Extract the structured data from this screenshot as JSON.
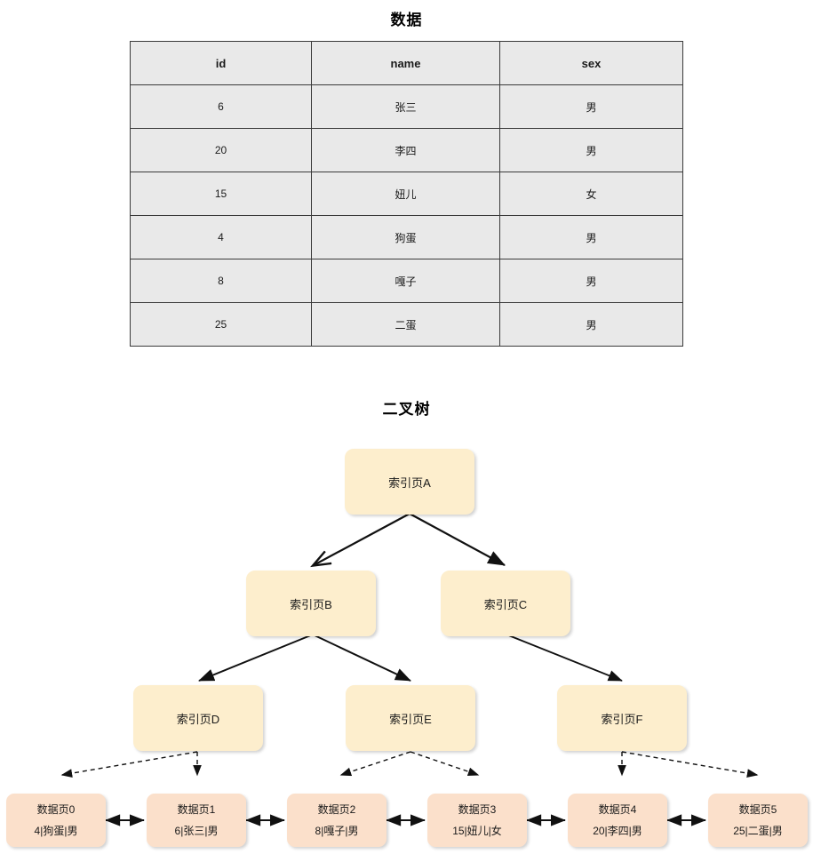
{
  "sections": {
    "data_title": "数据",
    "tree_title": "二叉树"
  },
  "table": {
    "columns": [
      "id",
      "name",
      "sex"
    ],
    "rows": [
      [
        "6",
        "张三",
        "男"
      ],
      [
        "20",
        "李四",
        "男"
      ],
      [
        "15",
        "妞儿",
        "女"
      ],
      [
        "4",
        "狗蛋",
        "男"
      ],
      [
        "8",
        "嘎子",
        "男"
      ],
      [
        "25",
        "二蛋",
        "男"
      ]
    ]
  },
  "colors": {
    "index_node_fill": "#fdeecd",
    "data_node_fill": "#fbe0cb",
    "table_cell_fill": "#e9e9e9",
    "table_border": "#3a3a3a",
    "edge_stroke": "#111111"
  },
  "tree": {
    "index_nodes": [
      {
        "id": "A",
        "label": "索引页A"
      },
      {
        "id": "B",
        "label": "索引页B"
      },
      {
        "id": "C",
        "label": "索引页C"
      },
      {
        "id": "D",
        "label": "索引页D"
      },
      {
        "id": "E",
        "label": "索引页E"
      },
      {
        "id": "F",
        "label": "索引页F"
      }
    ],
    "data_nodes": [
      {
        "id": "0",
        "title": "数据页0",
        "record": "4|狗蛋|男"
      },
      {
        "id": "1",
        "title": "数据页1",
        "record": "6|张三|男"
      },
      {
        "id": "2",
        "title": "数据页2",
        "record": "8|嘎子|男"
      },
      {
        "id": "3",
        "title": "数据页3",
        "record": "15|妞儿|女"
      },
      {
        "id": "4",
        "title": "数据页4",
        "record": "20|李四|男"
      },
      {
        "id": "5",
        "title": "数据页5",
        "record": "25|二蛋|男"
      }
    ],
    "index_edges": [
      {
        "from": "A",
        "to": "B"
      },
      {
        "from": "A",
        "to": "C"
      },
      {
        "from": "B",
        "to": "D"
      },
      {
        "from": "B",
        "to": "E"
      },
      {
        "from": "C",
        "to": "F"
      }
    ],
    "leaf_edges": [
      {
        "from": "D",
        "to": "0"
      },
      {
        "from": "D",
        "to": "1"
      },
      {
        "from": "E",
        "to": "2"
      },
      {
        "from": "E",
        "to": "3"
      },
      {
        "from": "F",
        "to": "4"
      },
      {
        "from": "F",
        "to": "5"
      }
    ],
    "sibling_links": [
      {
        "from": "0",
        "to": "1"
      },
      {
        "from": "1",
        "to": "2"
      },
      {
        "from": "2",
        "to": "3"
      },
      {
        "from": "3",
        "to": "4"
      },
      {
        "from": "4",
        "to": "5"
      }
    ]
  }
}
